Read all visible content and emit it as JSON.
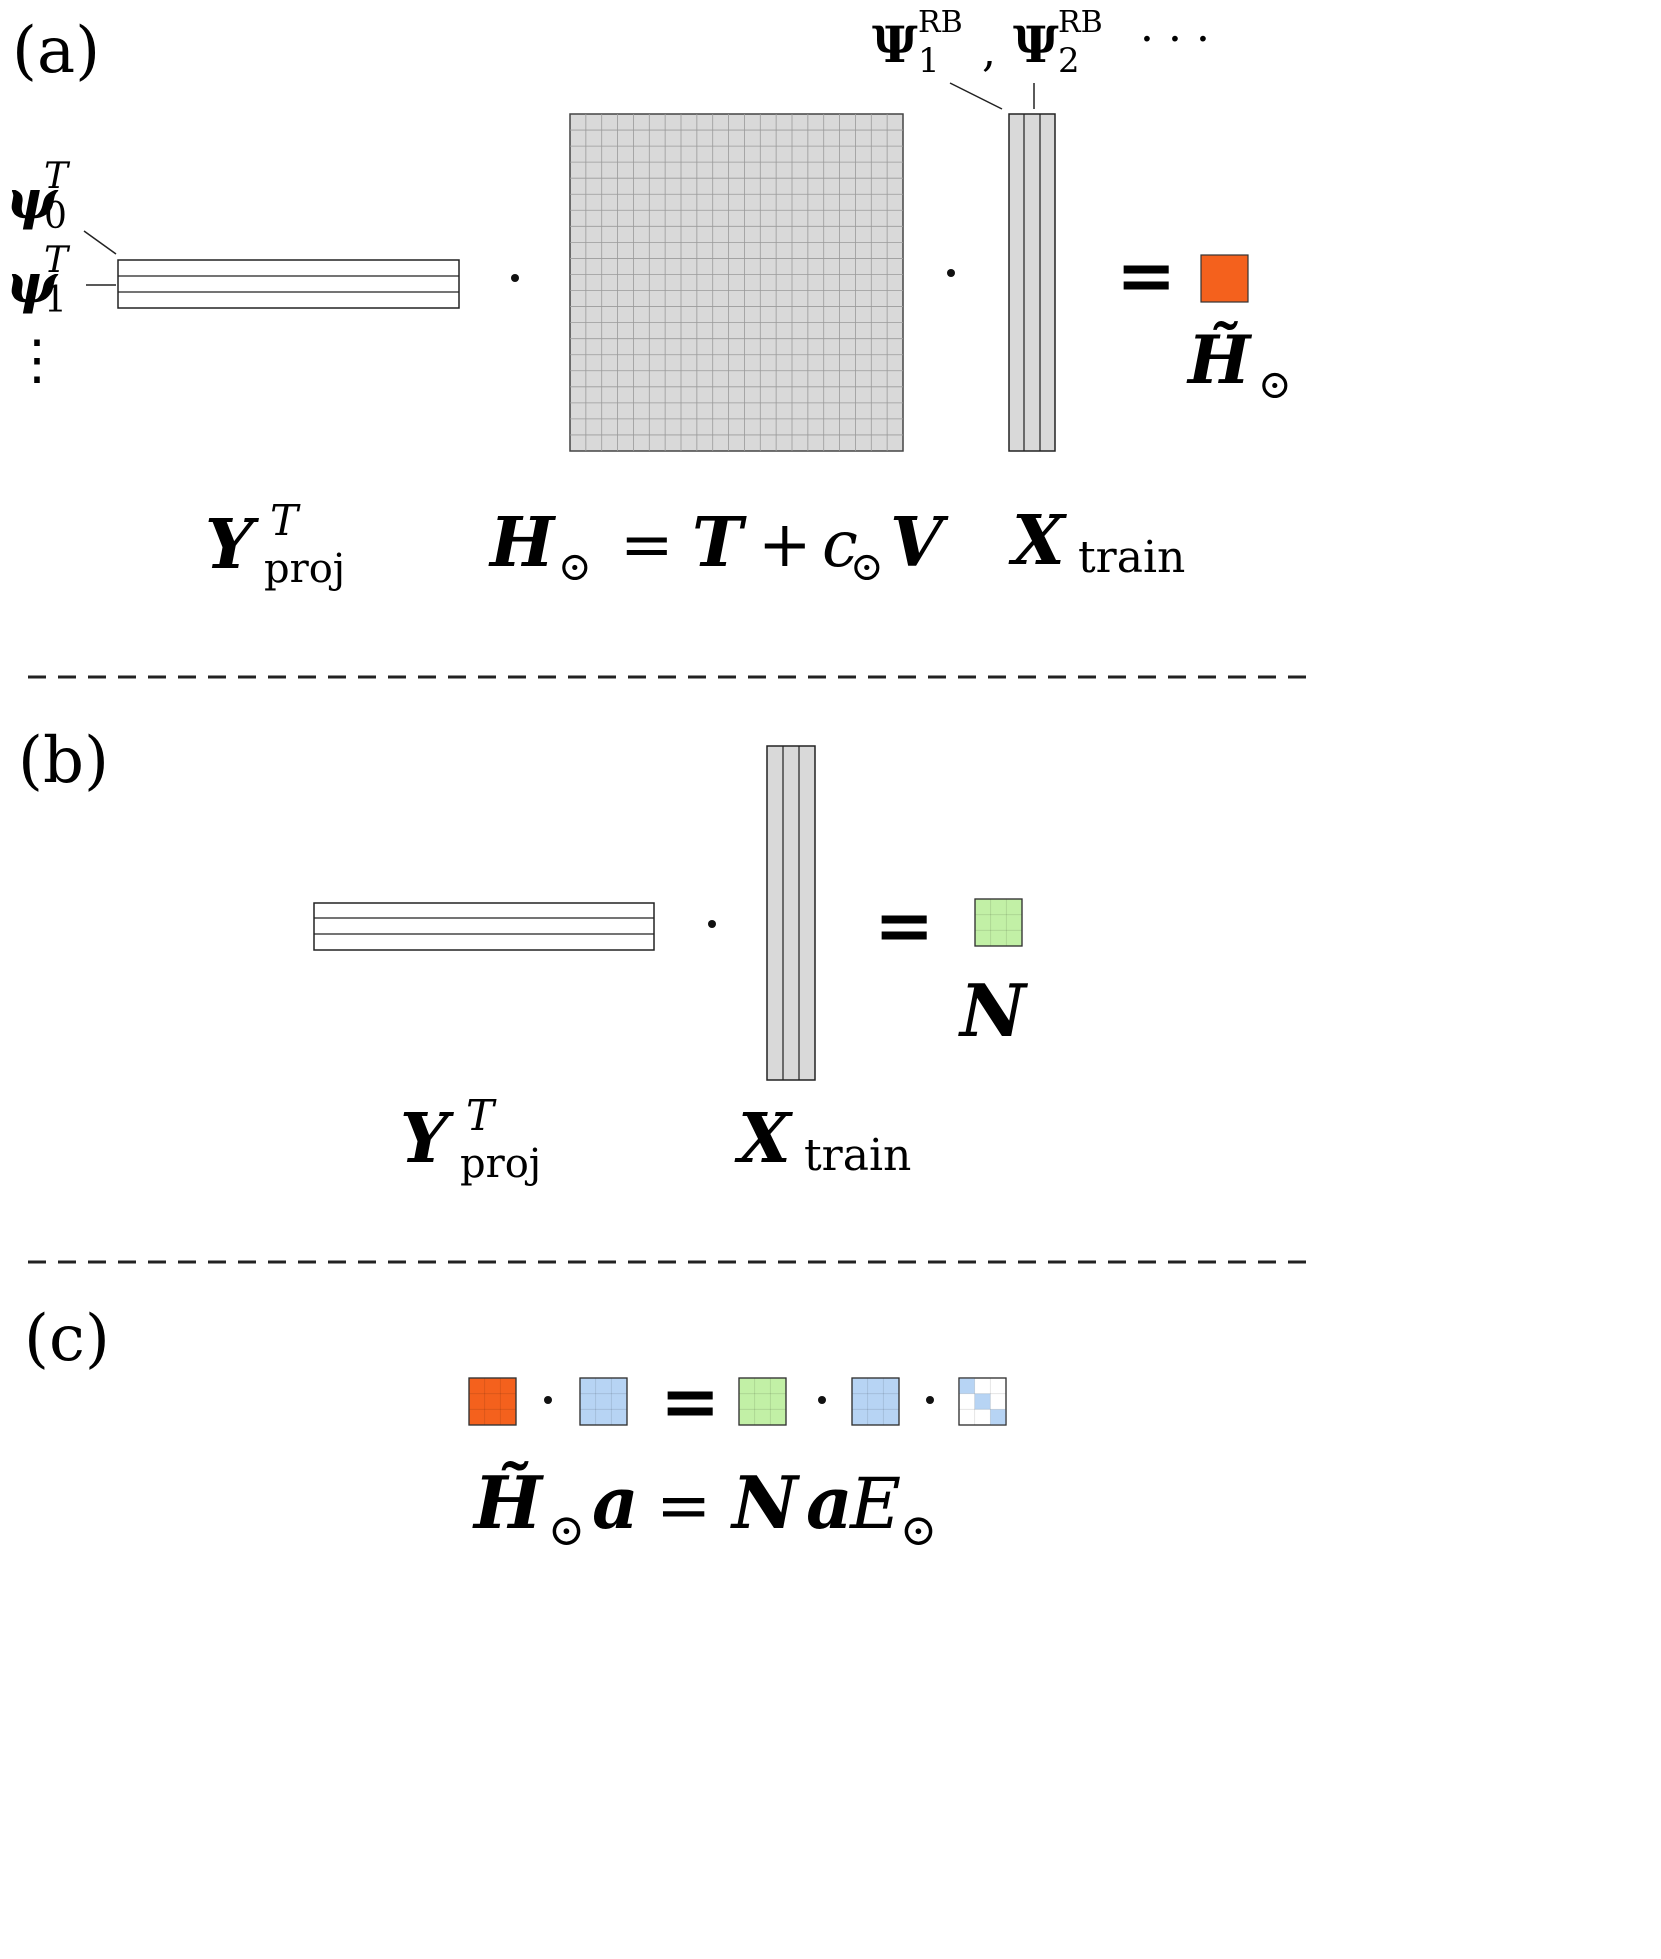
{
  "panels": {
    "a": {
      "label": "(a)",
      "psi_symbol": "ψ",
      "psi0_sup": "T",
      "psi0_sub": "0",
      "psi1_sup": "T",
      "psi1_sub": "1",
      "vdots": "⋮",
      "Psi_symbol": "Ψ",
      "Psi1_sub": "1",
      "Psi1_sup": "RB",
      "comma": ",",
      "Psi2_sub": "2",
      "Psi2_sup": "RB",
      "cdots": "· · ·",
      "dot": "·",
      "equals": "=",
      "Htilde": "H̃",
      "odot": "⊙",
      "Y": "Y",
      "Y_sup": "T",
      "Y_sub": "proj",
      "H": "H",
      "eq": "=",
      "T": "T",
      "plus": "+",
      "c": "c",
      "V": "V",
      "X": "X",
      "X_sub": "train"
    },
    "b": {
      "label": "(b)",
      "dot": "·",
      "equals": "=",
      "N": "N",
      "Y": "Y",
      "Y_sup": "T",
      "Y_sub": "proj",
      "X": "X",
      "X_sub": "train"
    },
    "c": {
      "label": "(c)",
      "dot": "·",
      "equals": "=",
      "Htilde": "H̃",
      "odot": "⊙",
      "a": "a",
      "eq": "=",
      "N": "N",
      "a2": "a",
      "E": "E",
      "odot2": "⊙"
    }
  },
  "colors": {
    "orange": "#f4611d",
    "blue": "#b7d4f4",
    "green": "#c2f0a6",
    "gray": "#d9d9d9",
    "grid": "#9a9a9a",
    "line": "#222222"
  }
}
